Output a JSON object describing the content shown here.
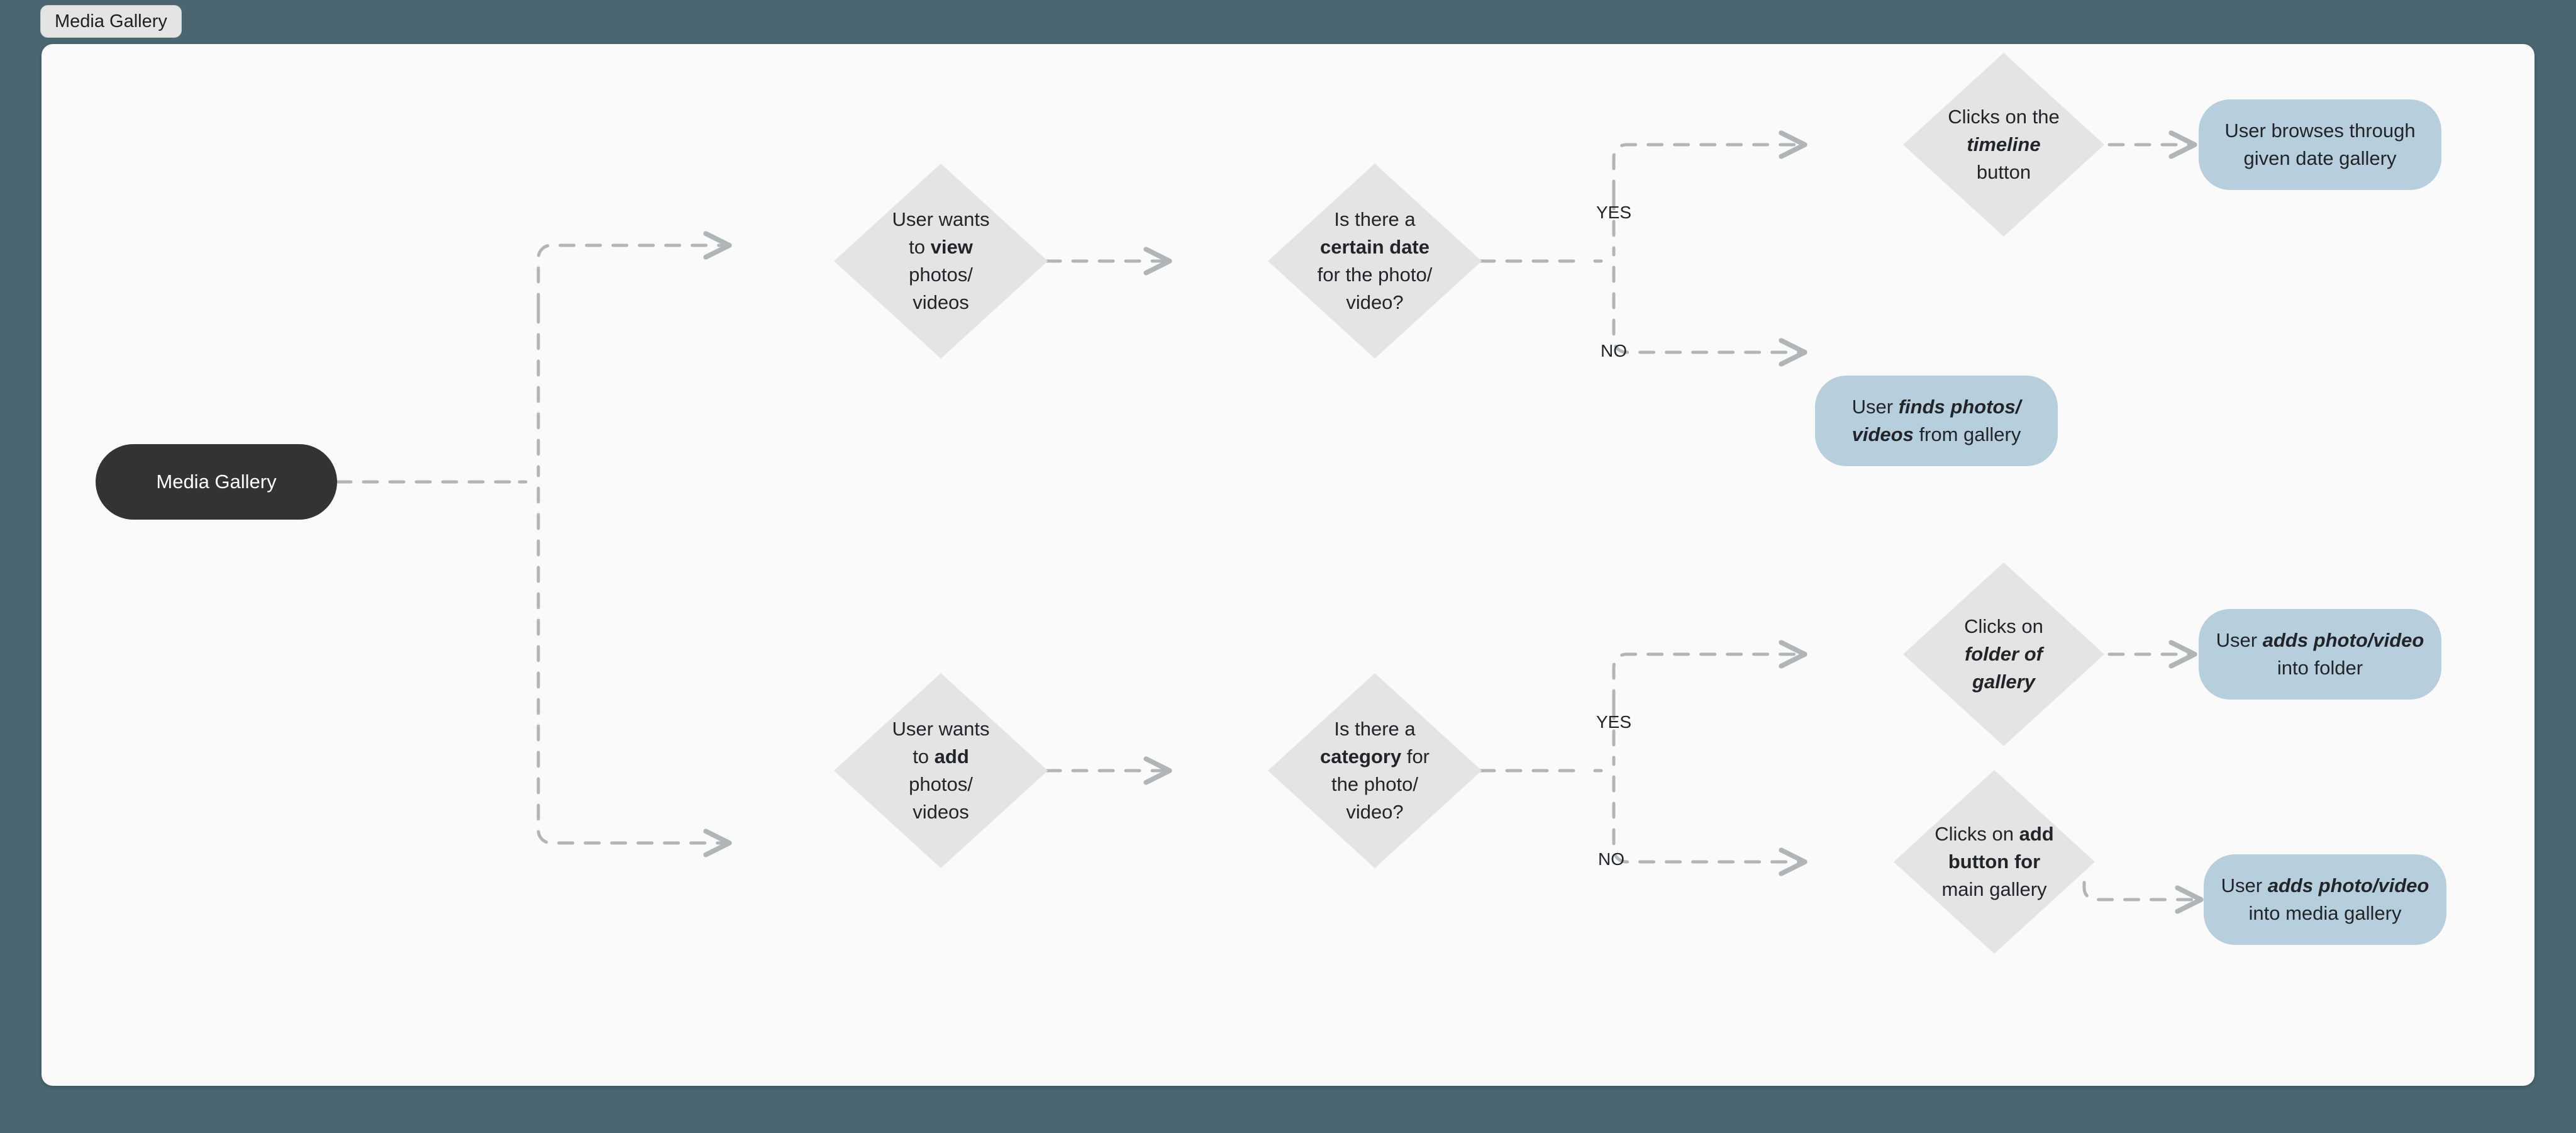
{
  "window": {
    "tab_label": "Media Gallery",
    "background_color": "#4b6670",
    "canvas_color": "#fafafa"
  },
  "palette": {
    "start_fill": "#333333",
    "start_text": "#ffffff",
    "decision_fill": "#e4e4e4",
    "decision_text": "#212529",
    "result_fill": "#b7cedd",
    "result_text": "#212529",
    "connector": "#b0b5b8"
  },
  "diagram": {
    "type": "flowchart",
    "title": "Media Gallery",
    "nodes": {
      "start": {
        "shape": "rounded-rect",
        "text": "Media Gallery"
      },
      "view_intent": {
        "shape": "diamond",
        "lines": [
          [
            {
              "t": "User wants",
              "s": "normal"
            }
          ],
          [
            {
              "t": "to ",
              "s": "normal"
            },
            {
              "t": "view",
              "s": "bold"
            }
          ],
          [
            {
              "t": "photos/",
              "s": "normal"
            }
          ],
          [
            {
              "t": "videos",
              "s": "normal"
            }
          ]
        ]
      },
      "date_question": {
        "shape": "diamond",
        "lines": [
          [
            {
              "t": "Is there a",
              "s": "normal"
            }
          ],
          [
            {
              "t": "certain date",
              "s": "bold"
            }
          ],
          [
            {
              "t": "for the photo/",
              "s": "normal"
            }
          ],
          [
            {
              "t": "video?",
              "s": "normal"
            }
          ]
        ]
      },
      "timeline_action": {
        "shape": "diamond",
        "lines": [
          [
            {
              "t": "Clicks on the",
              "s": "normal"
            }
          ],
          [
            {
              "t": "timeline",
              "s": "bold-italic"
            }
          ],
          [
            {
              "t": "button",
              "s": "normal"
            }
          ]
        ]
      },
      "browse_date_result": {
        "shape": "rounded-rect",
        "lines": [
          [
            {
              "t": "User browses through",
              "s": "normal"
            }
          ],
          [
            {
              "t": "given date gallery",
              "s": "normal"
            }
          ]
        ]
      },
      "find_gallery_result": {
        "shape": "rounded-rect",
        "lines": [
          [
            {
              "t": "User ",
              "s": "normal"
            },
            {
              "t": "finds photos/",
              "s": "bold-italic"
            }
          ],
          [
            {
              "t": "videos",
              "s": "bold-italic"
            },
            {
              "t": " from gallery",
              "s": "normal"
            }
          ]
        ]
      },
      "add_intent": {
        "shape": "diamond",
        "lines": [
          [
            {
              "t": "User wants",
              "s": "normal"
            }
          ],
          [
            {
              "t": "to ",
              "s": "normal"
            },
            {
              "t": "add",
              "s": "bold"
            }
          ],
          [
            {
              "t": "photos/",
              "s": "normal"
            }
          ],
          [
            {
              "t": "videos",
              "s": "normal"
            }
          ]
        ]
      },
      "category_question": {
        "shape": "diamond",
        "lines": [
          [
            {
              "t": "Is there a",
              "s": "normal"
            }
          ],
          [
            {
              "t": "category",
              "s": "bold"
            },
            {
              "t": " for",
              "s": "normal"
            }
          ],
          [
            {
              "t": "the photo/",
              "s": "normal"
            }
          ],
          [
            {
              "t": "video?",
              "s": "normal"
            }
          ]
        ]
      },
      "folder_action": {
        "shape": "diamond",
        "lines": [
          [
            {
              "t": "Clicks on",
              "s": "normal"
            }
          ],
          [
            {
              "t": "folder of",
              "s": "bold-italic"
            }
          ],
          [
            {
              "t": "gallery",
              "s": "bold-italic"
            }
          ]
        ]
      },
      "add_folder_result": {
        "shape": "rounded-rect",
        "lines": [
          [
            {
              "t": "User ",
              "s": "normal"
            },
            {
              "t": "adds photo/video",
              "s": "bold-italic"
            }
          ],
          [
            {
              "t": "into folder",
              "s": "normal"
            }
          ]
        ]
      },
      "add_button_action": {
        "shape": "diamond",
        "lines": [
          [
            {
              "t": "Clicks on ",
              "s": "normal"
            },
            {
              "t": "add",
              "s": "bold"
            }
          ],
          [
            {
              "t": "button for",
              "s": "bold"
            }
          ],
          [
            {
              "t": "main gallery",
              "s": "normal"
            }
          ]
        ]
      },
      "add_main_result": {
        "shape": "rounded-rect",
        "lines": [
          [
            {
              "t": "User ",
              "s": "normal"
            },
            {
              "t": "adds photo/video",
              "s": "bold-italic"
            }
          ],
          [
            {
              "t": "into media gallery",
              "s": "normal"
            }
          ]
        ]
      }
    },
    "edge_labels": {
      "top_yes": "YES",
      "top_no": "NO",
      "bottom_yes": "YES",
      "bottom_no": "NO"
    }
  }
}
